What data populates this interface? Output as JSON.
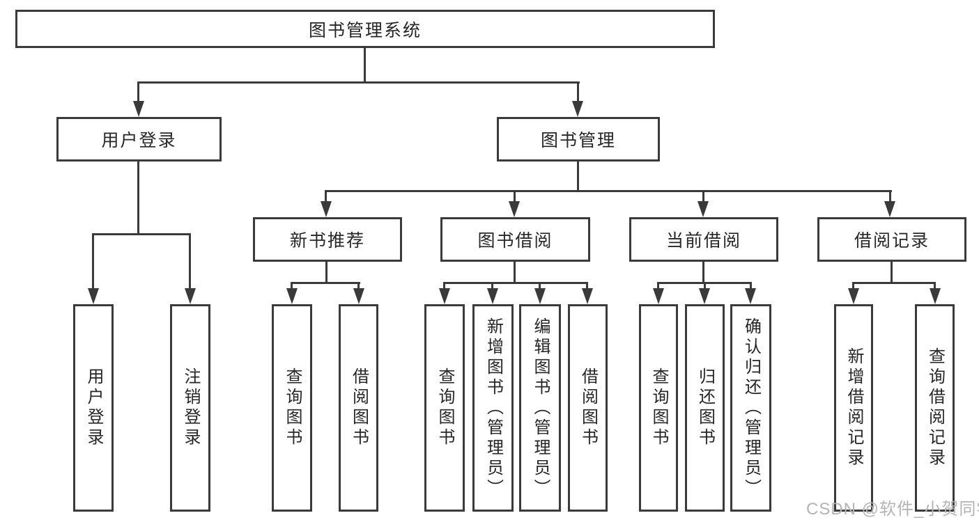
{
  "diagram": {
    "title_node": "图书管理系统",
    "branches": [
      {
        "label": "用户登录",
        "children": [
          "用户登录",
          "注销登录"
        ]
      },
      {
        "label": "图书管理",
        "groups": [
          {
            "label": "新书推荐",
            "children": [
              "查询图书",
              "借阅图书"
            ]
          },
          {
            "label": "图书借阅",
            "children": [
              "查询图书",
              "新增图书（管理员）",
              "编辑图书（管理员）",
              "借阅图书"
            ]
          },
          {
            "label": "当前借阅",
            "children": [
              "查询图书",
              "归还图书",
              "确认归还（管理员）"
            ]
          },
          {
            "label": "借阅记录",
            "children": [
              "新增借阅记录",
              "查询借阅记录"
            ]
          }
        ]
      }
    ],
    "colors": {
      "line": "#3a3a3a",
      "text": "#262626",
      "background": "#ffffff",
      "watermark": "#b3b3b3"
    }
  },
  "watermark": "CSDN @软件_小贺同学"
}
